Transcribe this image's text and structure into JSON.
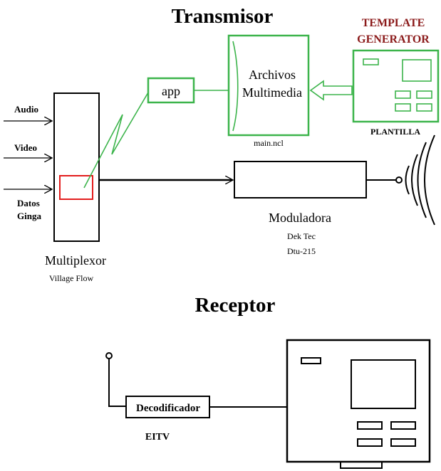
{
  "transmitter": {
    "title": "Transmisor",
    "inputs": {
      "audio": "Audio",
      "video": "Video",
      "datos": "Datos",
      "ginga": "Ginga"
    },
    "multiplexer": {
      "name": "Multiplexor",
      "model": "Village Flow"
    },
    "app": {
      "label": "app"
    },
    "multimedia": {
      "line1": "Archivos",
      "line2": "Multimedia",
      "file": "main.ncl"
    },
    "template_generator": {
      "line1": "TEMPLATE",
      "line2": "GENERATOR",
      "caption": "PLANTILLA"
    },
    "modulator": {
      "name": "Moduladora",
      "brand": "Dek Tec",
      "model": "Dtu-215"
    }
  },
  "receiver": {
    "title": "Receptor",
    "decoder": {
      "label": "Decodificador",
      "brand": "EITV"
    }
  },
  "colors": {
    "green": "#3cb44b",
    "red": "#e31d1d",
    "dark_red": "#8b1a1a",
    "black": "#000000"
  }
}
